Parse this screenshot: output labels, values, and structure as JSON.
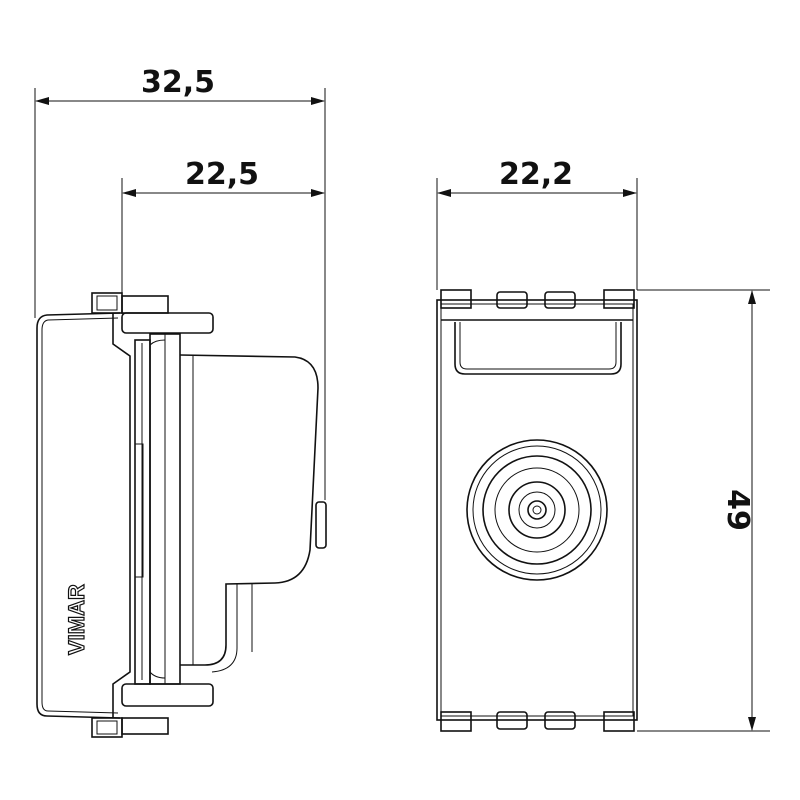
{
  "dimensions": {
    "overall_depth": "32,5",
    "rear_depth": "22,5",
    "width": "22,2",
    "height": "49"
  },
  "brand": "VIMAR"
}
